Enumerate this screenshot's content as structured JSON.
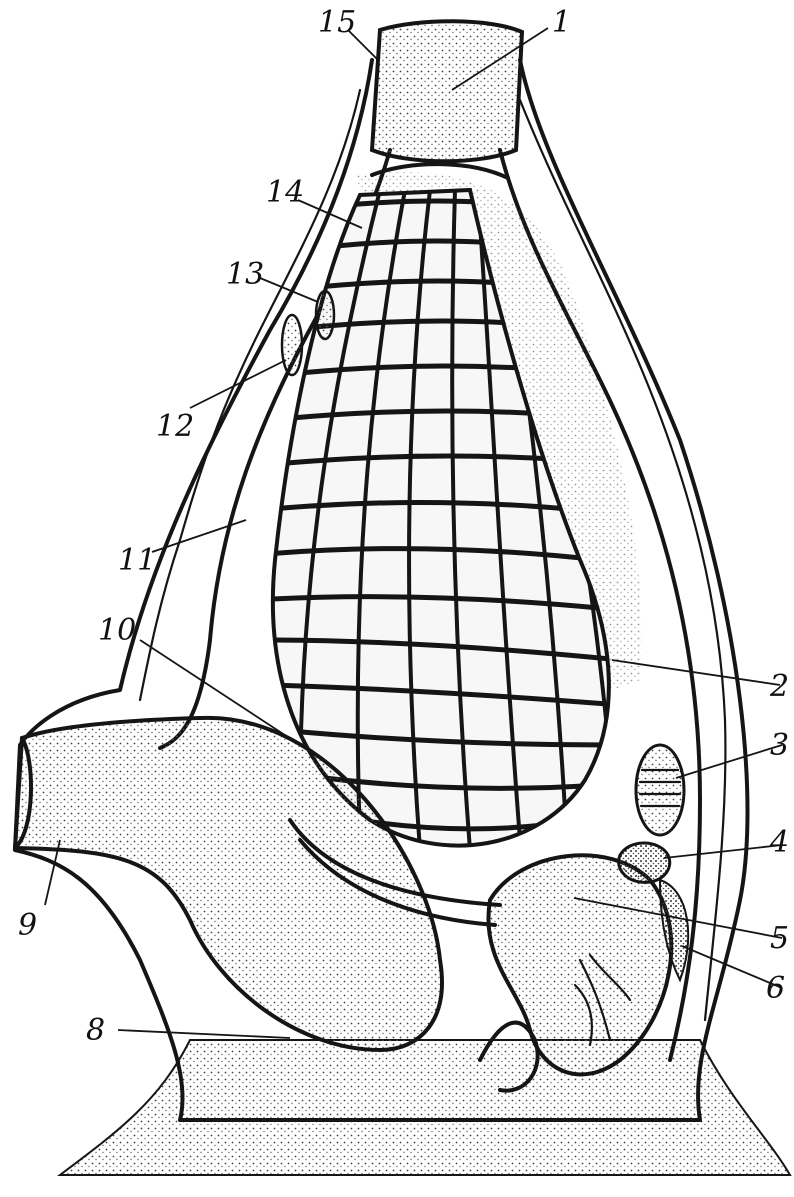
{
  "labels": {
    "l1": "1",
    "l2": "2",
    "l3": "3",
    "l4": "4",
    "l5": "5",
    "l6": "6",
    "l8": "8",
    "l9": "9",
    "l10": "10",
    "l11": "11",
    "l12": "12",
    "l13": "13",
    "l14": "14",
    "l15": "15"
  },
  "colors": {
    "ink": "#151515",
    "paper": "#ffffff",
    "stipple": "#8a8a8a"
  }
}
